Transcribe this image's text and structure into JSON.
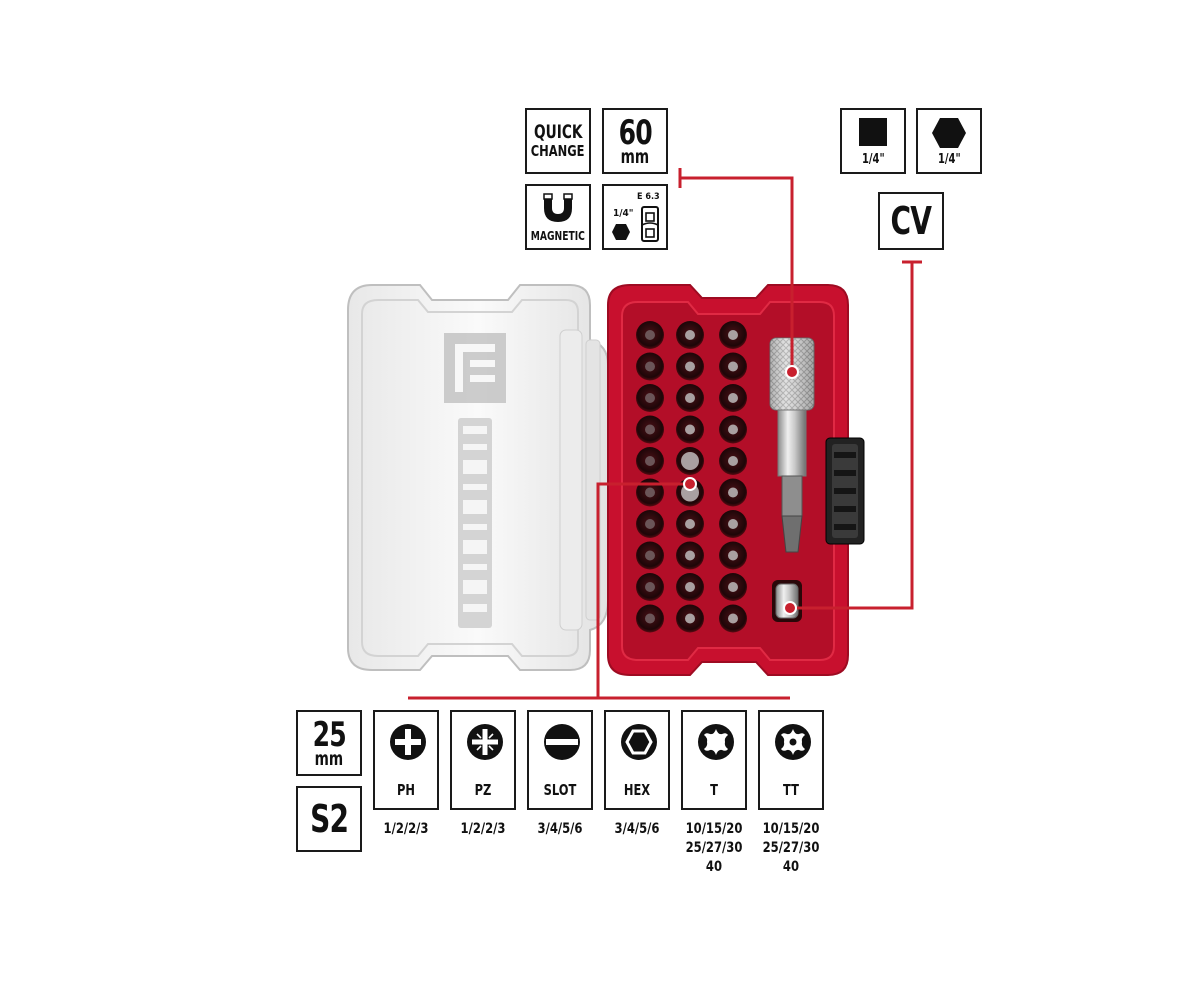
{
  "top_left_badges": {
    "quick_change": {
      "line1": "QUICK",
      "line2": "CHANGE",
      "icon": "quick-change-text"
    },
    "length_60": {
      "value": "60",
      "unit": "mm"
    },
    "magnetic": {
      "label": "MAGNETIC",
      "icon": "magnet-icon"
    },
    "shank": {
      "label": "1/4\"",
      "spec": "E 6.3",
      "icon": "hex-shank-icon"
    }
  },
  "top_right_badges": {
    "square_drive": {
      "label": "1/4\"",
      "icon": "square-drive-icon"
    },
    "hex_drive": {
      "label": "1/4\"",
      "icon": "hex-drive-icon"
    },
    "material": {
      "label": "CV"
    }
  },
  "bottom_left_badges": {
    "length_25": {
      "value": "25",
      "unit": "mm"
    },
    "material": {
      "label": "S2"
    }
  },
  "bit_types": [
    {
      "label": "PH",
      "icon": "phillips-icon",
      "sizes": [
        "1/2/2/3"
      ]
    },
    {
      "label": "PZ",
      "icon": "pozidriv-icon",
      "sizes": [
        "1/2/2/3"
      ]
    },
    {
      "label": "SLOT",
      "icon": "slot-icon",
      "sizes": [
        "3/4/5/6"
      ]
    },
    {
      "label": "HEX",
      "icon": "hex-icon",
      "sizes": [
        "3/4/5/6"
      ]
    },
    {
      "label": "T",
      "icon": "torx-icon",
      "sizes": [
        "10/15/20",
        "25/27/30",
        "40"
      ]
    },
    {
      "label": "TT",
      "icon": "torx-tamper-icon",
      "sizes": [
        "10/15/20",
        "25/27/30",
        "40"
      ]
    }
  ],
  "product": {
    "brand_logo": "Einhell",
    "case_color": "#c8102e",
    "lid_color": "#f2f2f2",
    "line_color": "#c8202e"
  }
}
